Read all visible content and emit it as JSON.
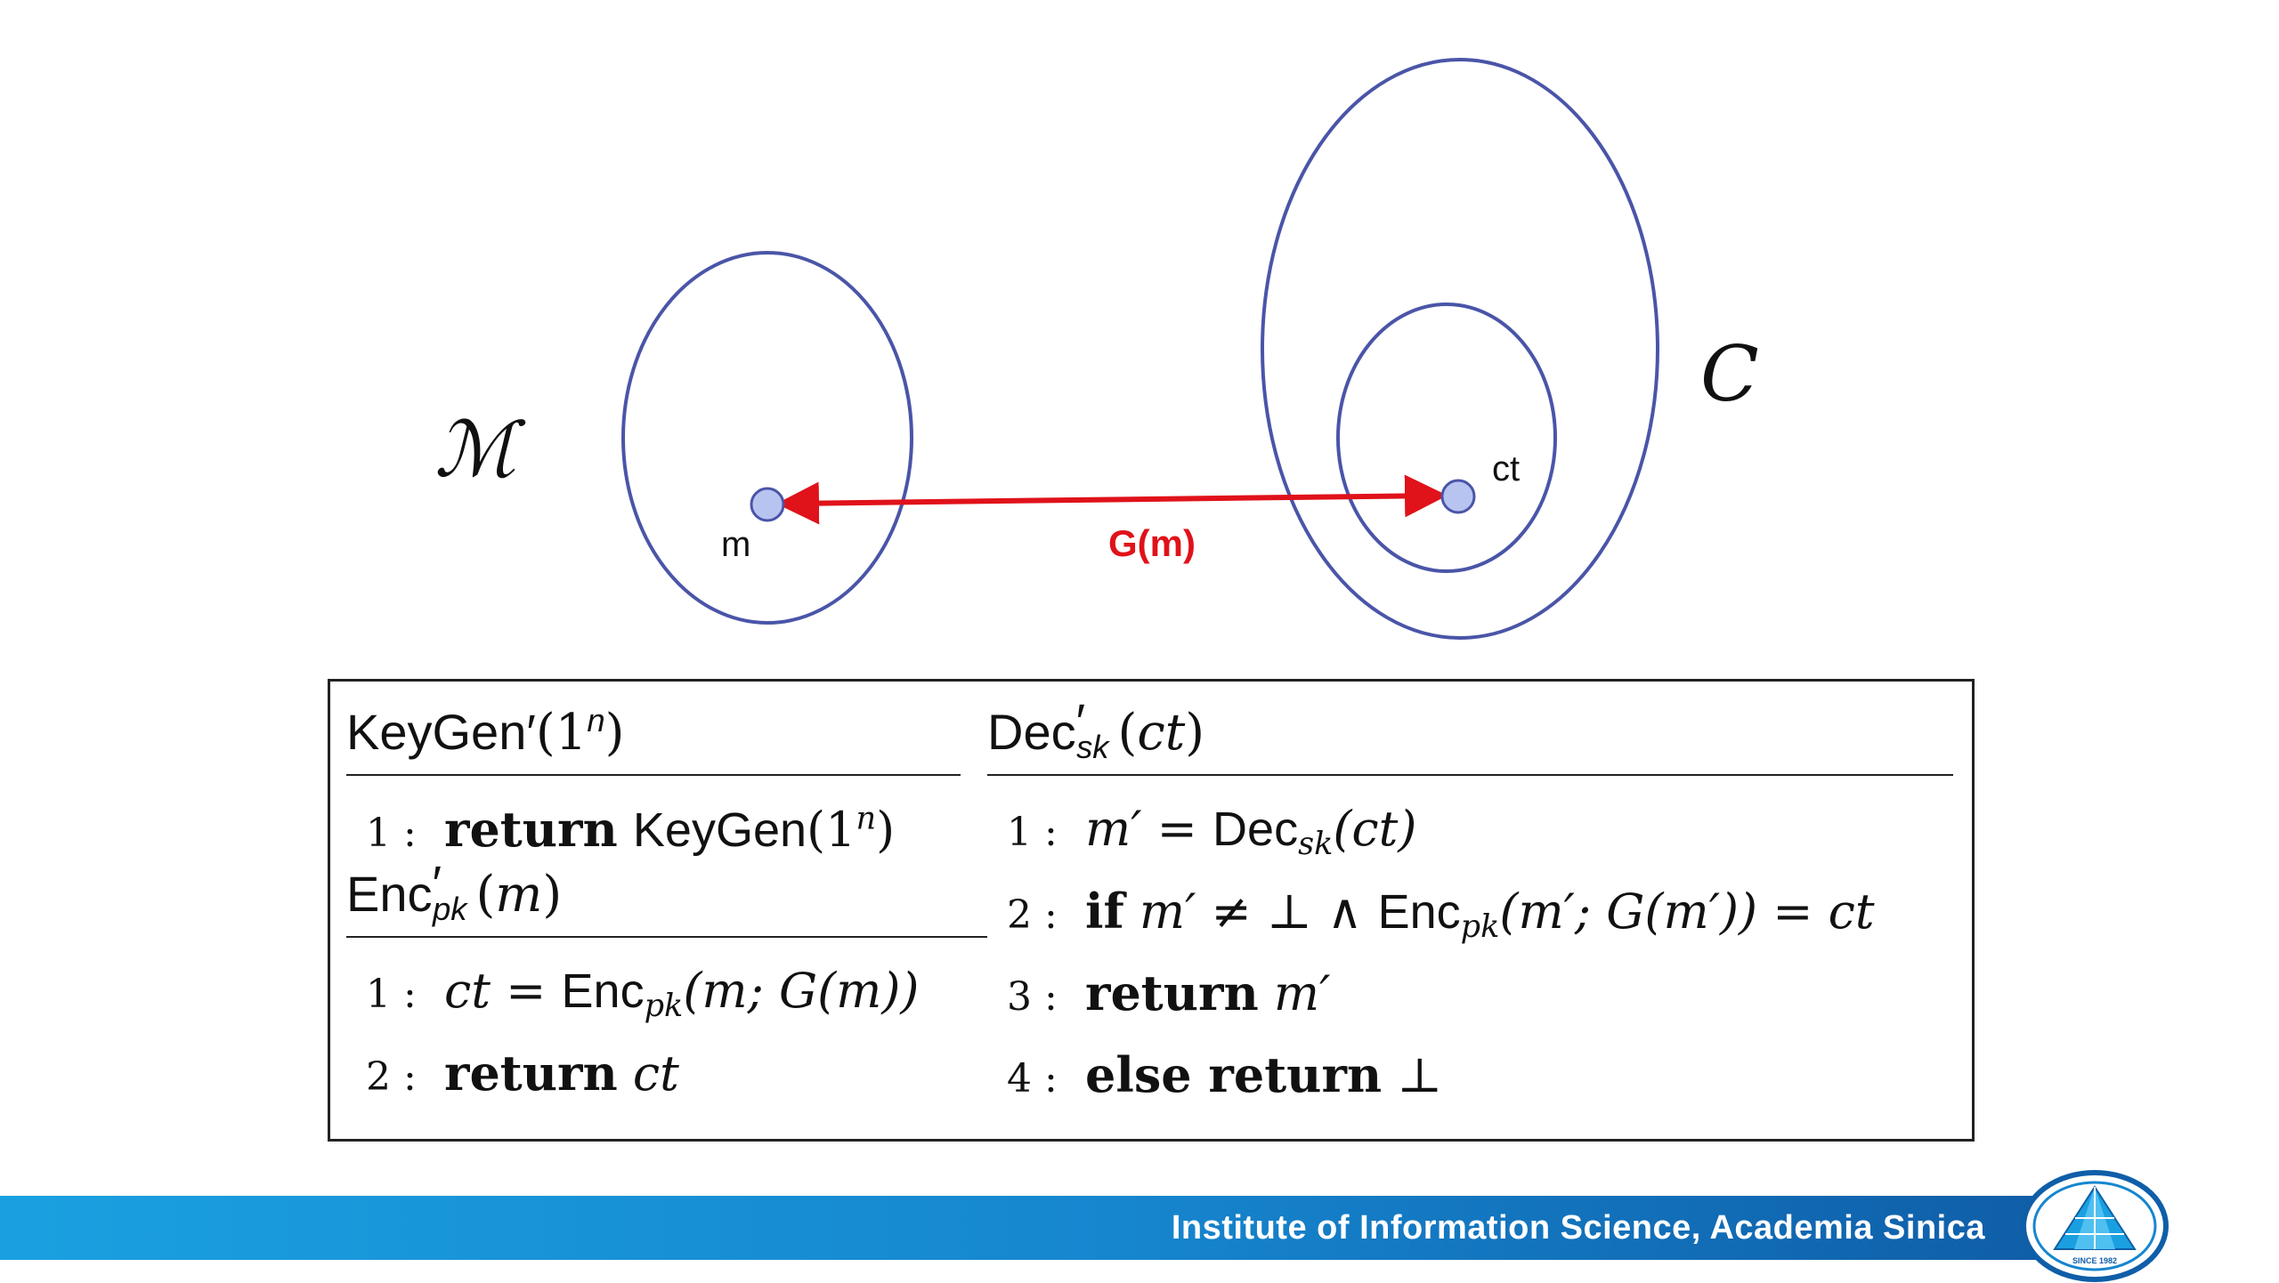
{
  "diagram": {
    "message_space_label": "ℳ",
    "ciphertext_space_label": "C",
    "message_point_label": "m",
    "ciphertext_point_label": "ct",
    "arrow_label": "G(m)",
    "colors": {
      "ellipse_stroke": "#4a55a8",
      "point_fill": "#b8c4f0",
      "arrow": "#e0121a"
    }
  },
  "algorithms": {
    "keygen": {
      "name": "KeyGen",
      "prime": "′",
      "arg": "1",
      "arg_sup": "n",
      "lines": [
        {
          "num": "1 :",
          "kw": "return",
          "rest": "KeyGen",
          "rest_arg": "1",
          "rest_sup": "n"
        }
      ]
    },
    "enc": {
      "name": "Enc",
      "prime": "′",
      "sub": "pk",
      "arg": "m",
      "lines": [
        {
          "num": "1 :",
          "lhs": "ct",
          "eq": " = ",
          "fn": "Enc",
          "fn_sub": "pk",
          "fn_args": "(m; G(m))"
        },
        {
          "num": "2 :",
          "kw": "return",
          "rest": "ct"
        }
      ]
    },
    "dec": {
      "name": "Dec",
      "prime": "′",
      "sub": "sk",
      "arg": "ct",
      "lines": [
        {
          "num": "1 :",
          "text_a": "m′ = ",
          "fn": "Dec",
          "fn_sub": "sk",
          "fn_args": "(ct)"
        },
        {
          "num": "2 :",
          "kw": "if",
          "text_a": " m′ ≠ ⊥ ∧ ",
          "fn": "Enc",
          "fn_sub": "pk",
          "fn_args": "(m′; G(m′)) = ct"
        },
        {
          "num": "3 :",
          "kw": "return",
          "rest": "m′"
        },
        {
          "num": "4 :",
          "kw": "else return",
          "rest": "⊥"
        }
      ]
    }
  },
  "footer": {
    "institution": "Institute of Information Science, Academia Sinica",
    "logo_small_text": "SINCE 1982",
    "bar_color_start": "#1aa0e0",
    "bar_color_end": "#0f5ea8"
  }
}
